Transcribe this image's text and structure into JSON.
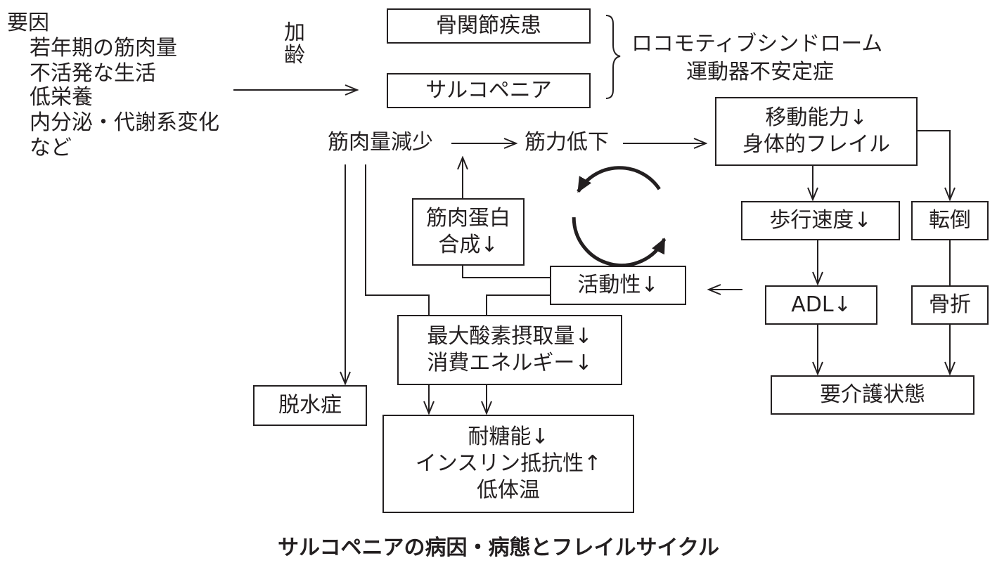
{
  "factors": {
    "heading": "要因",
    "items": [
      "若年期の筋肉量",
      "不活発な生活",
      "低栄養",
      "内分泌・代謝系変化",
      "など"
    ]
  },
  "aging": [
    "加",
    "齢"
  ],
  "boxes": {
    "joint_disease": "骨関節疾患",
    "sarcopenia": "サルコペニア",
    "protein_synthesis": [
      "筋肉蛋白",
      "合成↓"
    ],
    "activity": "活動性↓",
    "vo2": [
      "最大酸素摂取量↓",
      "消費エネルギー↓"
    ],
    "dehydration": "脱水症",
    "tolerance": [
      "耐糖能↓",
      "インスリン抵抗性↑",
      "低体温"
    ],
    "mobility": [
      "移動能力↓",
      "身体的フレイル"
    ],
    "gait": "歩行速度↓",
    "fall": "転倒",
    "adl": "ADL↓",
    "fracture": "骨折",
    "care": "要介護状態"
  },
  "locomotive": [
    "ロコモティブシンドローム",
    "運動器不安定症"
  ],
  "muscle_loss": "筋肉量減少",
  "strength_loss": "筋力低下",
  "caption": "サルコペニアの病因・病態とフレイルサイクル",
  "colors": {
    "ink": "#231f20",
    "background": "#ffffff"
  }
}
